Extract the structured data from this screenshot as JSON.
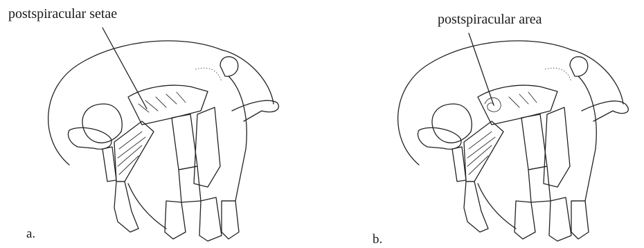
{
  "panels": [
    {
      "letter": "a.",
      "callout": "postspiracular setae"
    },
    {
      "letter": "b.",
      "callout": "postspiracular area"
    }
  ],
  "colors": {
    "ink": "#222222",
    "background": "#ffffff"
  }
}
